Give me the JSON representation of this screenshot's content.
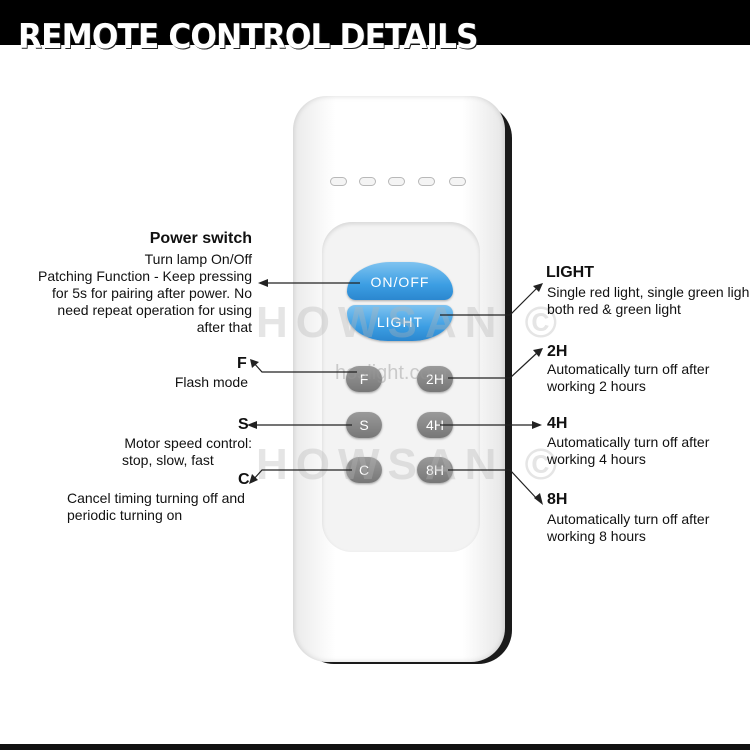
{
  "banner": {
    "title": "REMOTE CONTROL DETAILS"
  },
  "watermark": {
    "brand": "HOWSAN ©",
    "url": "hoslight.com"
  },
  "remote": {
    "on_off": "ON/OFF",
    "light": "LIGHT",
    "f": "F",
    "two_h": "2H",
    "s": "S",
    "four_h": "4H",
    "c": "C",
    "eight_h": "8H"
  },
  "left_labels": {
    "power_title": "Power switch",
    "power_desc": [
      "Turn lamp On/Off",
      "Patching Function - Keep pressing",
      "for 5s for pairing after power. No",
      "need repeat operation for using",
      "after that"
    ],
    "f_title": "F",
    "f_desc": "Flash mode",
    "s_title": "S",
    "s_desc": [
      "Motor speed control:",
      "stop, slow, fast"
    ],
    "c_title": "C",
    "c_desc": [
      "Cancel timing turning off and",
      "periodic turning on"
    ]
  },
  "right_labels": {
    "light_title": "LIGHT",
    "light_desc": [
      "Single red light, single green ligh",
      "both red & green light"
    ],
    "two_h_title": "2H",
    "two_h_desc": [
      "Automatically turn off after",
      "working 2 hours"
    ],
    "four_h_title": "4H",
    "four_h_desc": [
      "Automatically turn off after",
      "working 4 hours"
    ],
    "eight_h_title": "8H",
    "eight_h_desc": [
      "Automatically turn off after",
      "working 8 hours"
    ]
  }
}
